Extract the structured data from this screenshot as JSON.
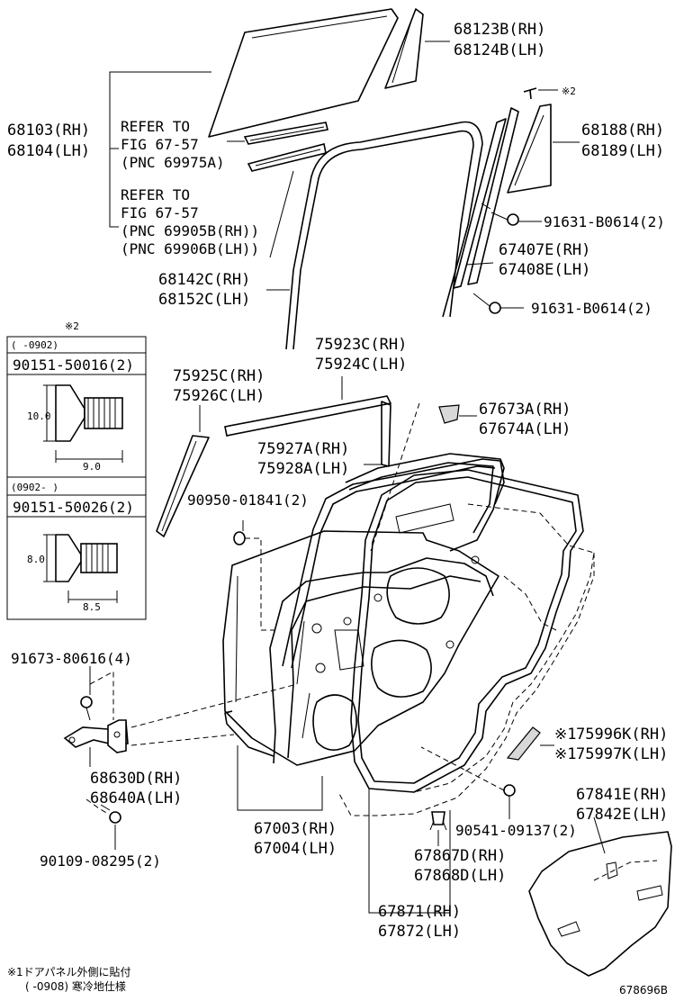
{
  "labels": {
    "glass_rear_rh": "68123B(RH)",
    "glass_rear_lh": "68124B(LH)",
    "glass_main_rh": "68103(RH)",
    "glass_main_lh": "68104(LH)",
    "refer1_line1": "REFER TO",
    "refer1_line2": "FIG 67-57",
    "refer1_line3": "(PNC 69975A)",
    "refer2_line1": "REFER TO",
    "refer2_line2": "FIG 67-57",
    "refer2_line3": "(PNC 69905B(RH))",
    "refer2_line4": "(PNC 69906B(LH))",
    "note2_mark_top": "※2",
    "cover_rh": "68188(RH)",
    "cover_lh": "68189(LH)",
    "screw1": "91631-B0614(2)",
    "channel_rh": "67407E(RH)",
    "channel_lh": "67408E(LH)",
    "run_rh": "68142C(RH)",
    "run_lh": "68152C(LH)",
    "screw2": "91631-B0614(2)",
    "moulding_rh": "75923C(RH)",
    "moulding_lh": "75924C(LH)",
    "garnish_rh": "75925C(RH)",
    "garnish_lh": "75926C(LH)",
    "clip_rh": "67673A(RH)",
    "clip_lh": "67674A(LH)",
    "belt_rh": "75927A(RH)",
    "belt_lh": "75928A(LH)",
    "plug": "90950-01841(2)",
    "bolt1": "91673-80616(4)",
    "hinge_rh": "68630D(RH)",
    "hinge_lh": "68640A(LH)",
    "bolt2": "90109-08295(2)",
    "door_rh": "67003(RH)",
    "door_lh": "67004(LH)",
    "pad_rh": "75996K(RH)",
    "pad_lh": "75997K(LH)",
    "pad_mark": "※1",
    "cap": "90541-09137(2)",
    "film_rh": "67841E(RH)",
    "film_lh": "67842E(LH)",
    "clip2_rh": "67867D(RH)",
    "clip2_lh": "67868D(LH)",
    "weather_rh": "67871(RH)",
    "weather_lh": "67872(LH)"
  },
  "note_box": {
    "title": "※2",
    "range1": "(      -0902)",
    "part1": "90151-50016(2)",
    "dim1_h": "10.0",
    "dim1_w": "9.0",
    "range2": "(0902-      )",
    "part2": "90151-50026(2)",
    "dim2_h": "8.0",
    "dim2_w": "8.5"
  },
  "footnote": {
    "line1": "※1ドアパネル外側に貼付",
    "line2": "(      -0908) 寒冷地仕様"
  },
  "figure_id": "678696B"
}
